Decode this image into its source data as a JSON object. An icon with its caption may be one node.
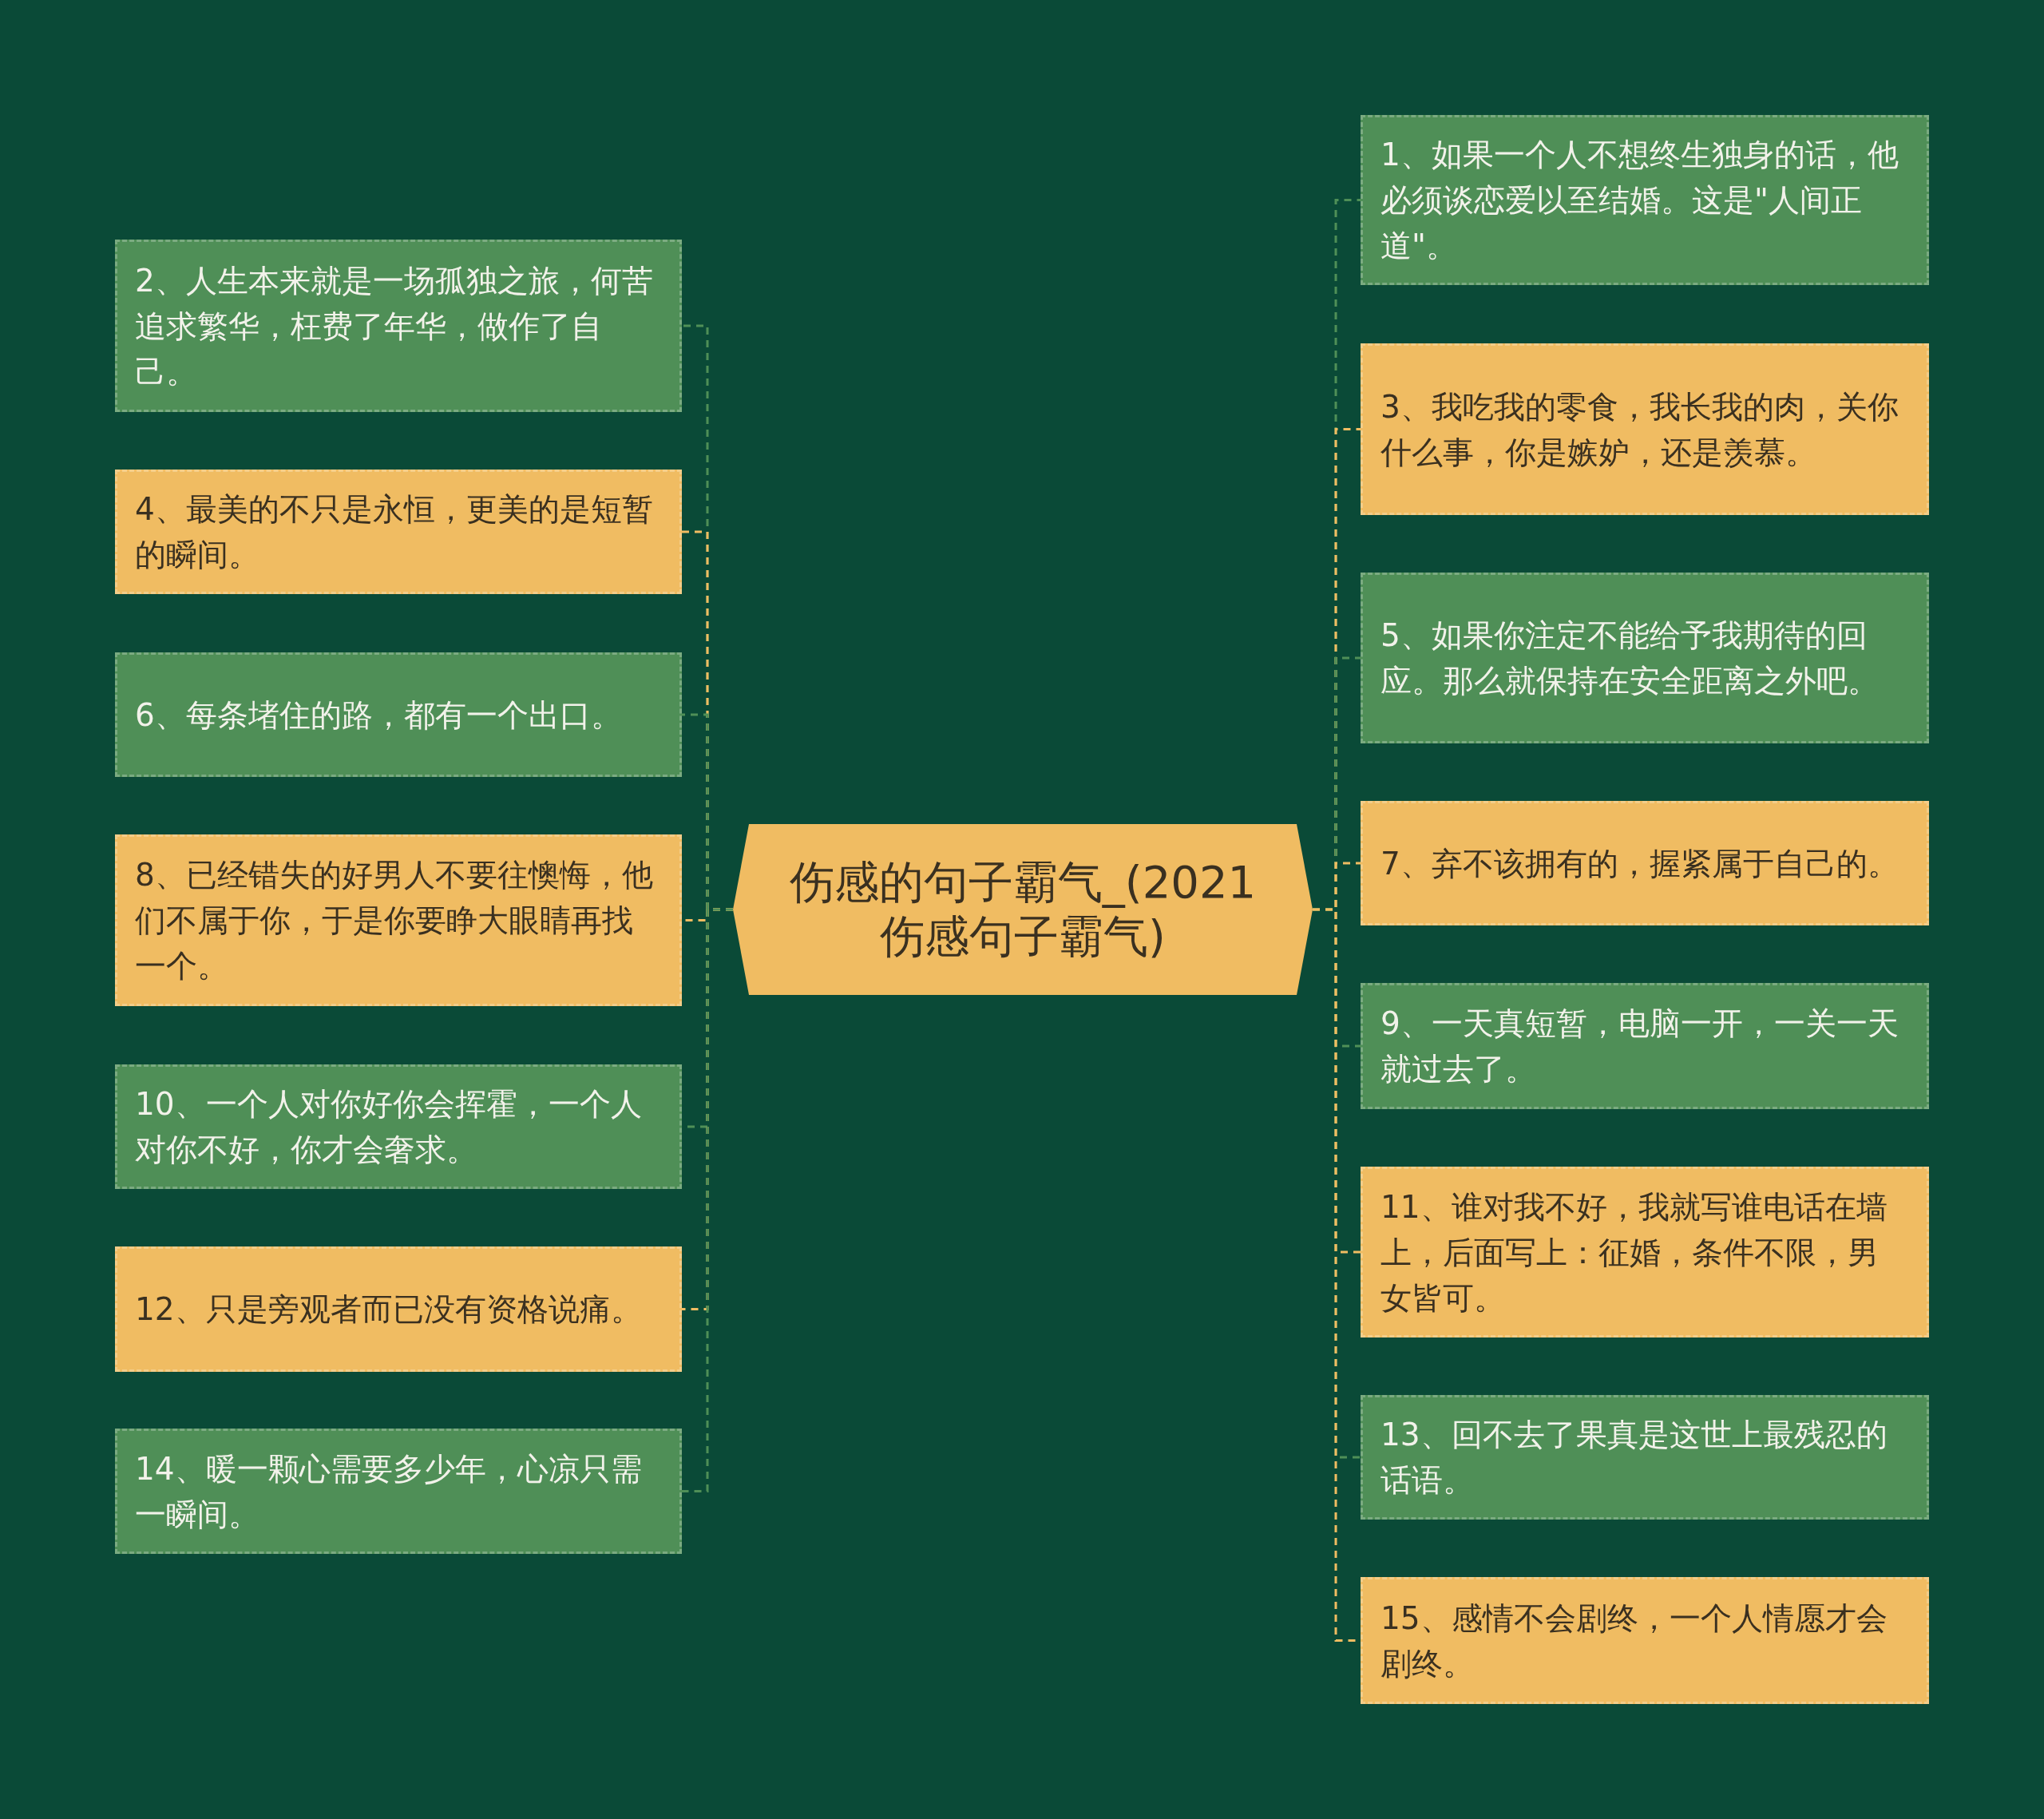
{
  "diagram": {
    "nodes": [
      {
        "text": [
          "伤感的句子霸气_(2021伤感句子霸气)"
        ]
      },
      {
        "text": [
          "1、如果一个人不想终生独身的话，他必须谈恋爱以至结婚。这是\"人间正道\"。"
        ]
      },
      {
        "text": [
          "2、人生本来就是一场孤独之旅，何苦追求繁华，枉费了年华，做作了自己。"
        ]
      },
      {
        "text": [
          "3、我吃我的零食，我长我的肉，关你什么事，你是嫉妒，还是羡慕。"
        ]
      },
      {
        "text": [
          "4、最美的不只是永恒，更美的是短暂的瞬间。"
        ]
      },
      {
        "text": [
          "5、如果你注定不能给予我期待的回应。那么就保持在安全距离之外吧。"
        ]
      },
      {
        "text": [
          "6、每条堵住的路，都有一个出口。"
        ]
      },
      {
        "text": [
          "7、弃不该拥有的，握紧属于自己的。"
        ]
      },
      {
        "text": [
          "8、已经错失的好男人不要往懊悔，他们不属于你，于是你要睁大眼睛再找一个。"
        ]
      },
      {
        "text": [
          "9、一天真短暂，电脑一开，一关一天就过去了。"
        ]
      },
      {
        "text": [
          "10、一个人对你好你会挥霍，一个人对你不好，你才会奢求。"
        ]
      },
      {
        "text": [
          "11、谁对我不好，我就写谁电话在墙上，后面写上：征婚，条件不限，男女皆可。"
        ]
      },
      {
        "text": [
          "12、只是旁观者而已没有资格说痛。"
        ]
      },
      {
        "text": [
          "13、回不去了果真是这世上最残忍的话语。"
        ]
      },
      {
        "text": [
          "14、暖一颗心需要多少年，心凉只需一瞬间。"
        ]
      },
      {
        "text": [
          "15、感情不会剧终，一个人情愿才会剧终。"
        ]
      }
    ],
    "edges": [
      {
        "from": 0,
        "to": 1,
        "arrow": "none",
        "style": "dashed",
        "color": "#4f8f57"
      },
      {
        "from": 0,
        "to": 2,
        "arrow": "none",
        "style": "dashed",
        "color": "#4f8f57"
      },
      {
        "from": 0,
        "to": 3,
        "arrow": "none",
        "style": "dashed",
        "color": "#f0bc62"
      },
      {
        "from": 0,
        "to": 4,
        "arrow": "none",
        "style": "dashed",
        "color": "#f0bc62"
      },
      {
        "from": 0,
        "to": 5,
        "arrow": "none",
        "style": "dashed",
        "color": "#4f8f57"
      },
      {
        "from": 0,
        "to": 6,
        "arrow": "none",
        "style": "dashed",
        "color": "#4f8f57"
      },
      {
        "from": 0,
        "to": 7,
        "arrow": "none",
        "style": "dashed",
        "color": "#f0bc62"
      },
      {
        "from": 0,
        "to": 8,
        "arrow": "none",
        "style": "dashed",
        "color": "#f0bc62"
      },
      {
        "from": 0,
        "to": 9,
        "arrow": "none",
        "style": "dashed",
        "color": "#4f8f57"
      },
      {
        "from": 0,
        "to": 10,
        "arrow": "none",
        "style": "dashed",
        "color": "#4f8f57"
      },
      {
        "from": 0,
        "to": 11,
        "arrow": "none",
        "style": "dashed",
        "color": "#f0bc62"
      },
      {
        "from": 0,
        "to": 12,
        "arrow": "none",
        "style": "dashed",
        "color": "#f0bc62"
      },
      {
        "from": 0,
        "to": 13,
        "arrow": "none",
        "style": "dashed",
        "color": "#4f8f57"
      },
      {
        "from": 0,
        "to": 14,
        "arrow": "none",
        "style": "dashed",
        "color": "#4f8f57"
      },
      {
        "from": 0,
        "to": 15,
        "arrow": "none",
        "style": "dashed",
        "color": "#f0bc62"
      }
    ]
  }
}
